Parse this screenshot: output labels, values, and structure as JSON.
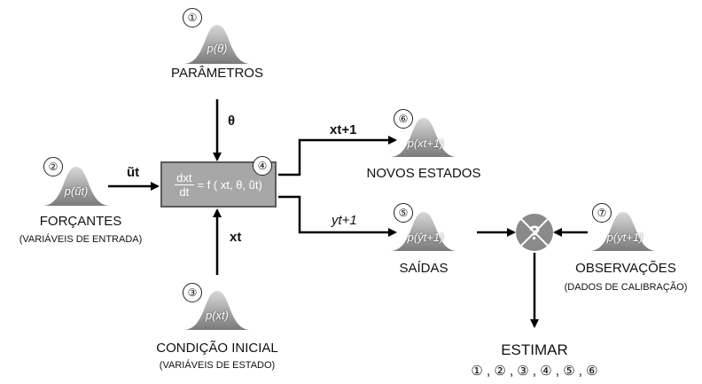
{
  "nodes": {
    "parametros": {
      "number": "①",
      "dist": "p(θ)",
      "label": "PARÂMETROS"
    },
    "forcantes": {
      "number": "②",
      "dist": "p(ũt)",
      "label": "FORÇANTES",
      "sublabel": "(VARIÁVEIS DE ENTRADA)"
    },
    "condicao": {
      "number": "③",
      "dist": "p(xt)",
      "label": "CONDIÇÃO INICIAL",
      "sublabel": "(VARIÁVEIS DE ESTADO)"
    },
    "modelo": {
      "number": "④",
      "numerator": "dxt",
      "denominator": "dt",
      "equation": "= f ( xt, θ, ũt)"
    },
    "saidas": {
      "number": "⑤",
      "dist": "p(ŷt+1)",
      "label": "SAÍDAS"
    },
    "novos": {
      "number": "⑥",
      "dist": "p(xt+1)",
      "label": "NOVOS ESTADOS"
    },
    "observacoes": {
      "number": "⑦",
      "dist": "p(yt+1)",
      "label": "OBSERVAÇÕES",
      "sublabel": "(DADOS DE CALIBRAÇÃO)"
    }
  },
  "arrows": {
    "theta": "θ",
    "u": "ũt",
    "x": "xt",
    "x_next": "xt+1",
    "y_next": "yt+1"
  },
  "estimar": {
    "label": "ESTIMAR",
    "items": "① , ② , ③ , ④ , ⑤ , ⑥"
  }
}
